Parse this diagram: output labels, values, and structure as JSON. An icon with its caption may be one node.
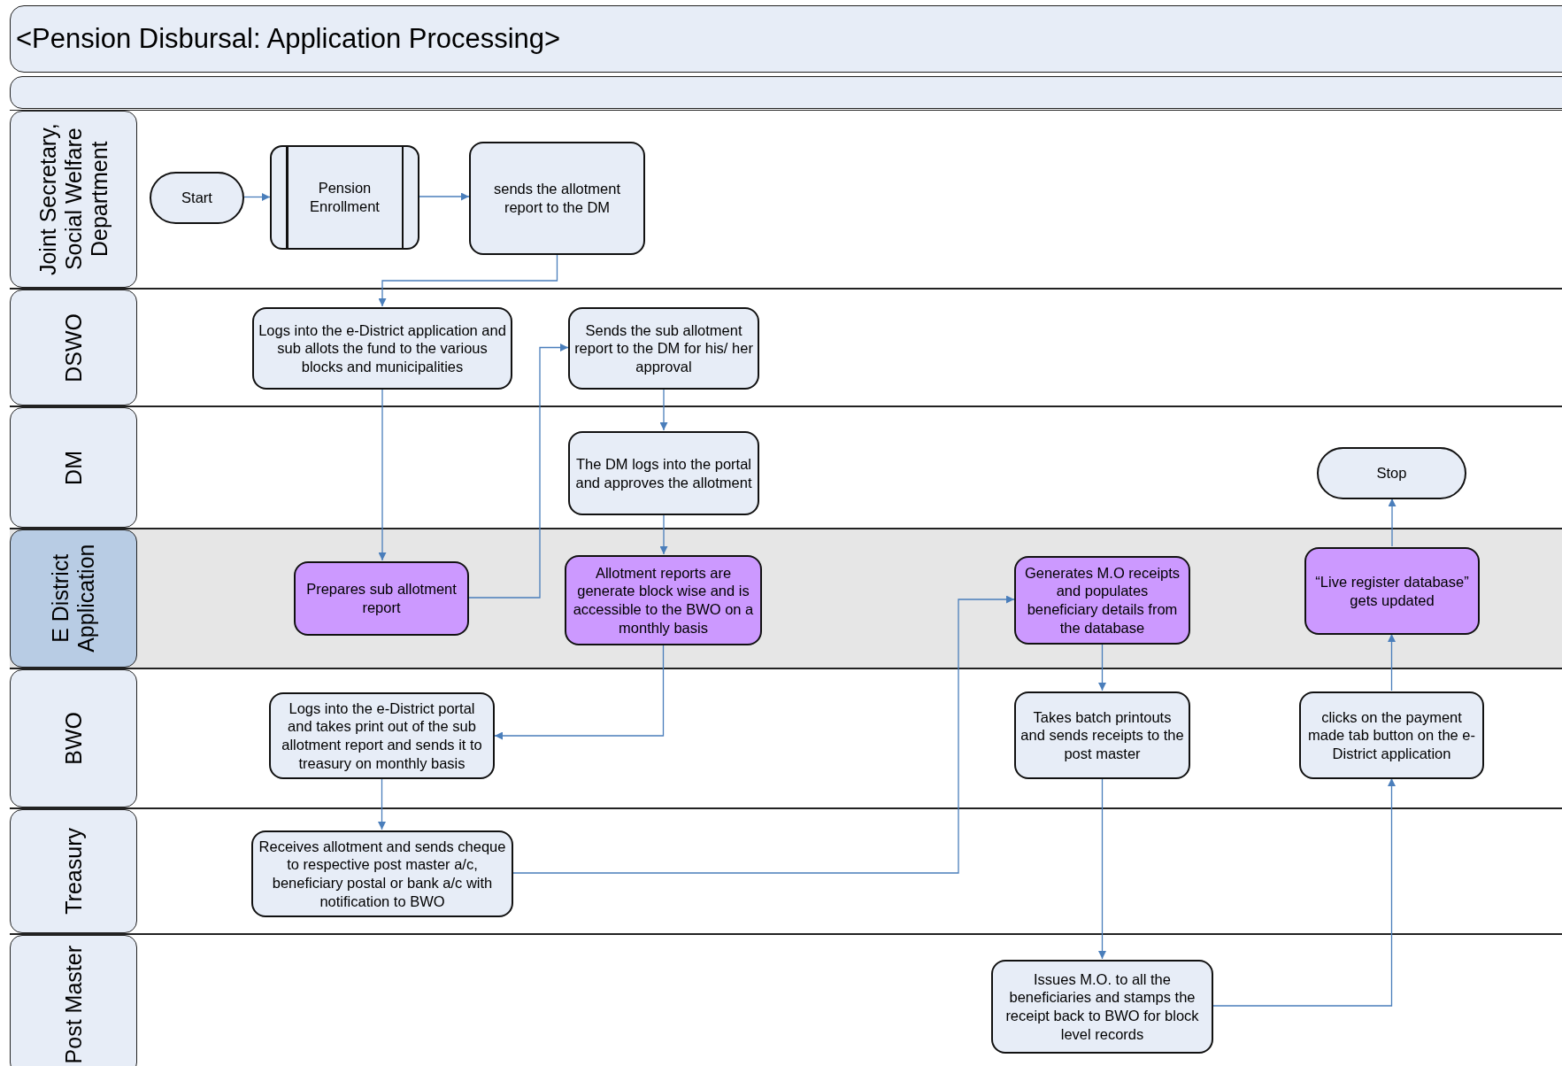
{
  "diagram": {
    "title": "<Pension Disbursal: Application Processing>",
    "nodes": [
      {
        "text": [
          "Joint Secretary, Social Welfare Department"
        ]
      },
      {
        "text": [
          "DSWO"
        ]
      },
      {
        "text": [
          "DM"
        ]
      },
      {
        "text": [
          "E District Application"
        ]
      },
      {
        "text": [
          "BWO"
        ]
      },
      {
        "text": [
          "Treasury"
        ]
      },
      {
        "text": [
          "Post Master"
        ]
      },
      {
        "text": [
          "Start"
        ],
        "in": 0
      },
      {
        "text": [
          "Pension Enrollment"
        ],
        "in": 0
      },
      {
        "text": [
          "sends the allotment report to the DM"
        ],
        "in": 0
      },
      {
        "text": [
          "Logs into the e-District application and sub allots the fund to the various blocks and municipalities"
        ],
        "in": 1
      },
      {
        "text": [
          "Sends the sub allotment report to the DM for his/ her approval"
        ],
        "in": 1
      },
      {
        "text": [
          "The DM logs into the portal and approves the allotment"
        ],
        "in": 2
      },
      {
        "text": [
          "Stop"
        ],
        "in": 2
      },
      {
        "text": [
          "Prepares sub allotment report"
        ],
        "in": 3
      },
      {
        "text": [
          "Allotment reports are generate block wise  and is accessible to the BWO on a monthly basis"
        ],
        "in": 3
      },
      {
        "text": [
          "Generates M.O receipts and populates beneficiary details from the database"
        ],
        "in": 3
      },
      {
        "text": [
          "“Live register database” gets updated"
        ],
        "in": 3
      },
      {
        "text": [
          "Logs into the e-District portal and takes print out of the sub allotment report and sends it to treasury on monthly basis"
        ],
        "in": 4
      },
      {
        "text": [
          "Takes batch printouts and sends receipts to the post master"
        ],
        "in": 4
      },
      {
        "text": [
          "clicks on the payment made tab button on the e-District application"
        ],
        "in": 4
      },
      {
        "text": [
          "Receives allotment and sends cheque to respective post master a/c, beneficiary postal or bank a/c with notification to BWO"
        ],
        "in": 5
      },
      {
        "text": [
          "Issues M.O. to all the beneficiaries and stamps the receipt back to BWO for block level records"
        ],
        "in": 6
      }
    ],
    "edges": [
      {
        "from": 7,
        "to": 8,
        "arrow": "to"
      },
      {
        "from": 8,
        "to": 9,
        "arrow": "to"
      },
      {
        "from": 9,
        "to": 10,
        "arrow": "to"
      },
      {
        "from": 10,
        "to": 14,
        "arrow": "to"
      },
      {
        "from": 14,
        "to": 11,
        "arrow": "to"
      },
      {
        "from": 11,
        "to": 12,
        "arrow": "to"
      },
      {
        "from": 12,
        "to": 15,
        "arrow": "to"
      },
      {
        "from": 15,
        "to": 18,
        "arrow": "to"
      },
      {
        "from": 18,
        "to": 21,
        "arrow": "to"
      },
      {
        "from": 21,
        "to": 16,
        "arrow": "to"
      },
      {
        "from": 16,
        "to": 19,
        "arrow": "to"
      },
      {
        "from": 19,
        "to": 22,
        "arrow": "to"
      },
      {
        "from": 22,
        "to": 20,
        "arrow": "to"
      },
      {
        "from": 20,
        "to": 17,
        "arrow": "to"
      },
      {
        "from": 17,
        "to": 13,
        "arrow": "to"
      }
    ]
  }
}
